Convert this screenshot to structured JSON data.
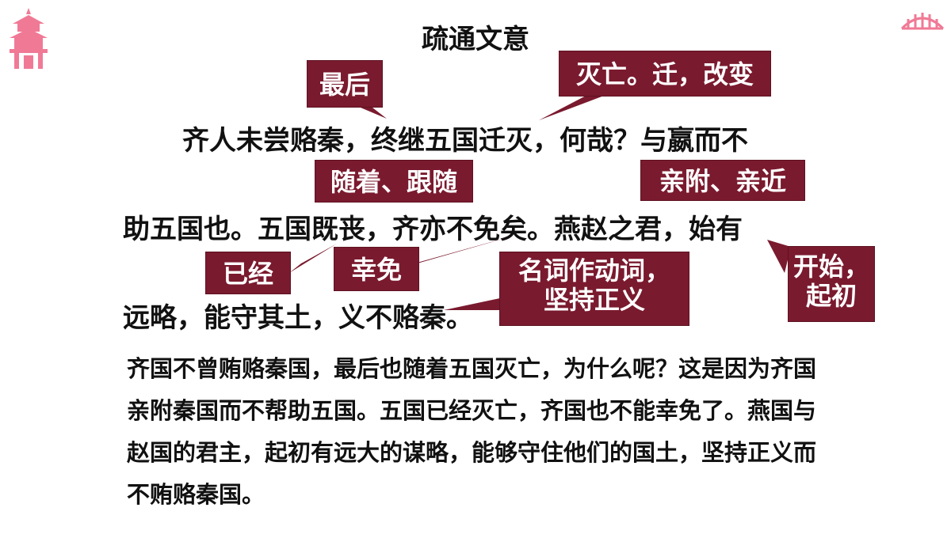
{
  "slide": {
    "title": "疏通文意",
    "text_lines": [
      "齐人未尝赂秦，终继五国迁灭，何哉？与嬴而不",
      "助五国也。五国既丧，齐亦不免矣。燕赵之君，始有",
      "远略，能守其土，义不赂秦。"
    ],
    "annotations": {
      "zhong": "最后",
      "qian_mie": "灭亡。迁，改变",
      "ji": "随着、跟随",
      "yu": "亲附、亲近",
      "ji_yijing": "已经",
      "mian": "幸免",
      "yi_line1": "名词作动词，",
      "yi_line2": "坚持正义",
      "shi_line1": "开始，",
      "shi_line2": "起初"
    },
    "translation": "齐国不曾贿赂秦国，最后也随着五国灭亡，为什么呢？这是因为齐国亲附秦国而不帮助五国。五国已经灭亡，齐国也不能幸免了。燕国与赵国的君主，起初有远大的谋略，能够守住他们的国土，坚持正义而不贿赂秦国。"
  },
  "colors": {
    "annotation_bg": "#7a1a2e",
    "decoration_pink": "#f07a96"
  }
}
